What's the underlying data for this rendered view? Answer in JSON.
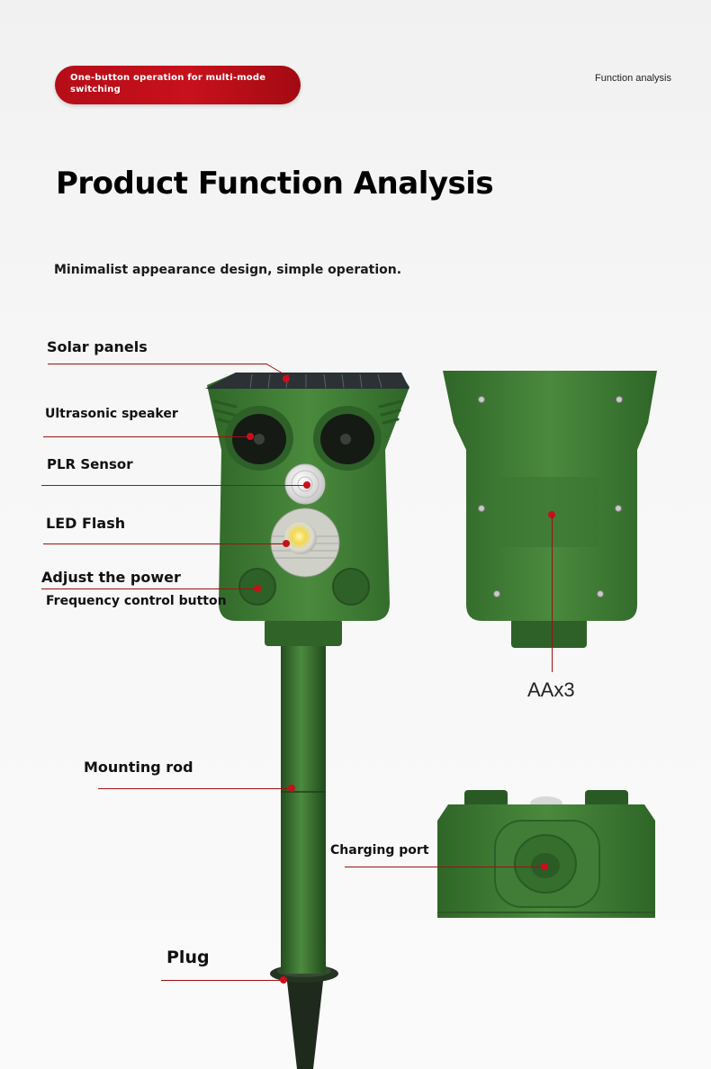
{
  "header": {
    "badge_text": "One-button operation for multi-mode switching",
    "corner_label": "Function analysis"
  },
  "title": "Product Function Analysis",
  "subtitle": "Minimalist appearance design, simple operation.",
  "labels": {
    "solar_panels": "Solar panels",
    "ultrasonic_speaker": "Ultrasonic speaker",
    "plr_sensor": "PLR Sensor",
    "led_flash": "LED Flash",
    "adjust_power": "Adjust the power",
    "frequency_button": "Frequency control button",
    "mounting_rod": "Mounting rod",
    "plug": "Plug",
    "battery": "AAx3",
    "charging_port": "Charging port"
  },
  "colors": {
    "accent_red": "#c8101a",
    "device_green": "#3f7a34",
    "device_dark_green": "#2c5a26"
  }
}
